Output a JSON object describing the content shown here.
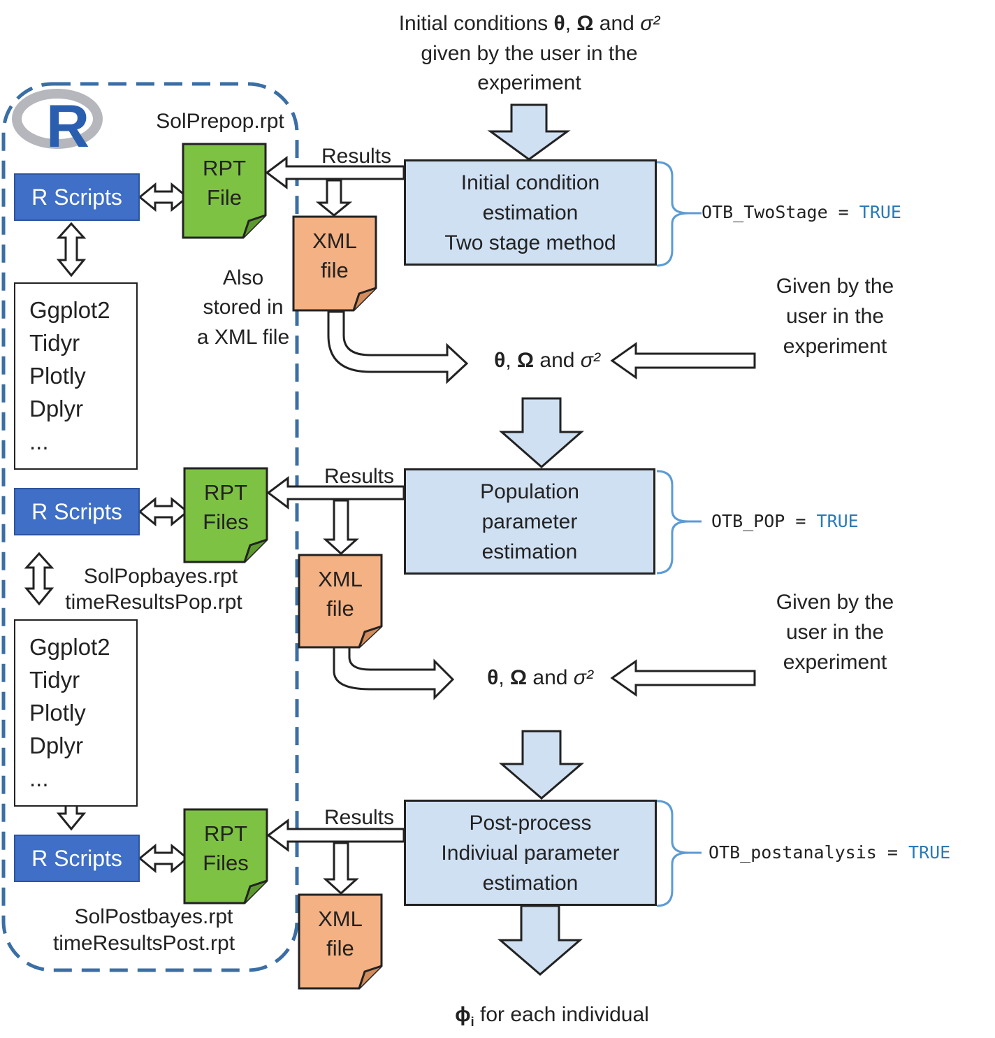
{
  "top_note": {
    "line1_prefix": "Initial conditions ",
    "theta": "θ",
    "sep1": ", ",
    "omega": "Ω",
    "and": " and ",
    "sigma": "σ²",
    "line2": "given by the user in the",
    "line3": "experiment"
  },
  "left_panel": {
    "r_logo": "R",
    "solprepop": "SolPrepop.rpt",
    "rscripts_1": "R Scripts",
    "rscripts_2": "R Scripts",
    "rscripts_3": "R Scripts",
    "packages_1": [
      "Ggplot2",
      "Tidyr",
      "Plotly",
      "Dplyr",
      "..."
    ],
    "packages_2": [
      "Ggplot2",
      "Tidyr",
      "Plotly",
      "Dplyr",
      "..."
    ],
    "also_stored": [
      "Also",
      "stored in",
      "a XML file"
    ],
    "pop_files": [
      "SolPopbayes.rpt",
      "timeResultsPop.rpt"
    ],
    "post_files": [
      "SolPostbayes.rpt",
      "timeResultsPost.rpt"
    ]
  },
  "docs": {
    "rpt1": [
      "RPT",
      "File"
    ],
    "rpt2": [
      "RPT",
      "Files"
    ],
    "rpt3": [
      "RPT",
      "Files"
    ],
    "xml1": [
      "XML",
      "file"
    ],
    "xml2": [
      "XML",
      "file"
    ],
    "xml3": [
      "XML",
      "file"
    ],
    "colors": {
      "rpt": "#7dc242",
      "xml": "#f4b183",
      "process": "#cfe0f3",
      "rscripts": "#3f6fc6",
      "accent": "#2a7ab8"
    }
  },
  "results_label": "Results",
  "stages": [
    {
      "lines": [
        "Initial condition",
        "estimation",
        "Two stage method"
      ],
      "flag": "OTB_TwoStage",
      "eq": " = ",
      "value": "TRUE"
    },
    {
      "lines": [
        "Population",
        "parameter",
        "estimation"
      ],
      "flag": "OTB_POP",
      "eq": " = ",
      "value": "TRUE"
    },
    {
      "lines": [
        "Post-process",
        "Indiviual parameter",
        "estimation"
      ],
      "flag": "OTB_postanalysis",
      "eq": " = ",
      "value": "TRUE"
    }
  ],
  "params": {
    "theta": "θ",
    "sep": ", ",
    "omega": "Ω",
    "and": " and ",
    "sigma": "σ²"
  },
  "given_by": [
    "Given by the",
    "user in the",
    "experiment"
  ],
  "bottom": {
    "phi": "ϕ",
    "sub": "i",
    "rest": " for each individual"
  }
}
